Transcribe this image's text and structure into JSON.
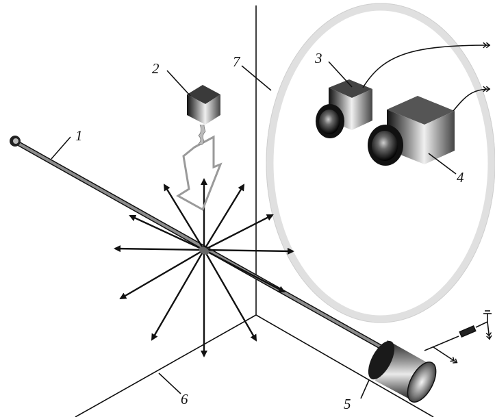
{
  "labels": {
    "rod": "1",
    "source": "2",
    "camera_small": "3",
    "camera_large": "4",
    "detector": "5",
    "floor_plane": "6",
    "wall_plane": "7"
  },
  "colors": {
    "ink": "#111111",
    "rod": "#7a7a7a",
    "ring": "#e3e3e3",
    "arrow_outline": "#9a9a9a"
  },
  "icons": {
    "camera_small": "camera-icon",
    "camera_large": "camera-icon",
    "source": "cube-source-icon",
    "detector": "cylinder-detector-icon",
    "ground": "ground-symbol-icon"
  }
}
